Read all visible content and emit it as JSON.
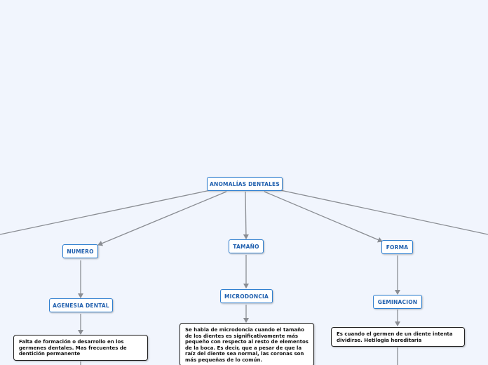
{
  "colors": {
    "background": "#f1f5fd",
    "node_border": "#2f7fd0",
    "node_text": "#1f5fae",
    "connector": "#8a8d93",
    "note_border": "#222222"
  },
  "root": {
    "label": "ANOMALÍAS DENTALES"
  },
  "branches": [
    {
      "label": "NUMERO",
      "child": {
        "label": "AGENESIA DENTAL",
        "note": "Falta de formación o desarrollo en los germenes dentales. Mas frecuentes de dentición permanente"
      }
    },
    {
      "label": "TAMAÑO",
      "child": {
        "label": "MICRODONCIA",
        "note": "Se habla de microdoncia cuando el tamaño de los dientes es significativamente más pequeño con respecto al resto de elementos de la boca. Es decir, que a pesar de que la raíz del diente sea normal, las coronas son más pequeñas de lo común."
      }
    },
    {
      "label": "FORMA",
      "child": {
        "label": "GEMINACION",
        "note": "Es cuando el germen de un diente intenta dividirse. Hetilogia hereditaria"
      }
    }
  ]
}
